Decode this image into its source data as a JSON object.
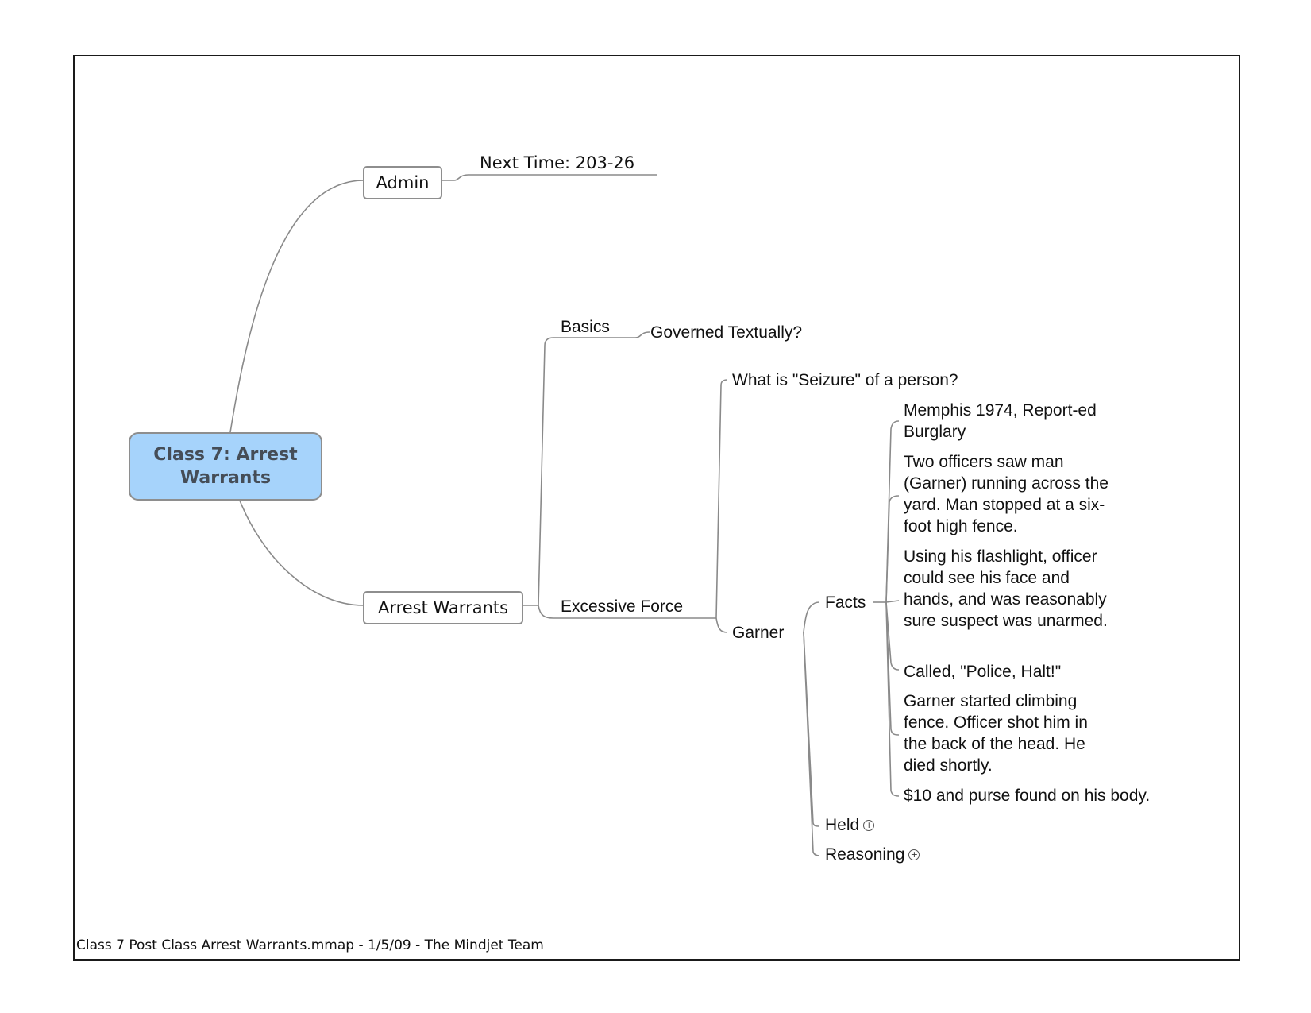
{
  "root": {
    "label": "Class 7: Arrest Warrants"
  },
  "admin": {
    "label": "Admin",
    "next_time": "Next Time: 203-26"
  },
  "arrest_warrants": {
    "label": "Arrest Warrants",
    "basics": {
      "label": "Basics",
      "governed": "Governed Textually?"
    },
    "excessive_force": {
      "label": "Excessive Force",
      "seizure": "What is \"Seizure\" of a person?",
      "garner": {
        "label": "Garner",
        "facts": {
          "label": "Facts",
          "items": [
            "Memphis 1974, Report-ed Burglary",
            "Two officers saw man (Garner) running across the yard.  Man stopped at a six-foot high fence.",
            "Using his flashlight, officer could see his face and hands, and was reasonably sure suspect was unarmed.",
            "Called, \"Police, Halt!\"",
            "Garner started climbing fence.  Officer shot him in the back of the head. He died shortly.",
            "$10 and purse found on his body."
          ]
        },
        "held": {
          "label": "Held",
          "collapsed_icon": "plus-circle-icon"
        },
        "reasoning": {
          "label": "Reasoning",
          "collapsed_icon": "plus-circle-icon"
        }
      }
    }
  },
  "footer": "Class 7 Post Class Arrest Warrants.mmap - 1/5/09 - The Mindjet Team"
}
